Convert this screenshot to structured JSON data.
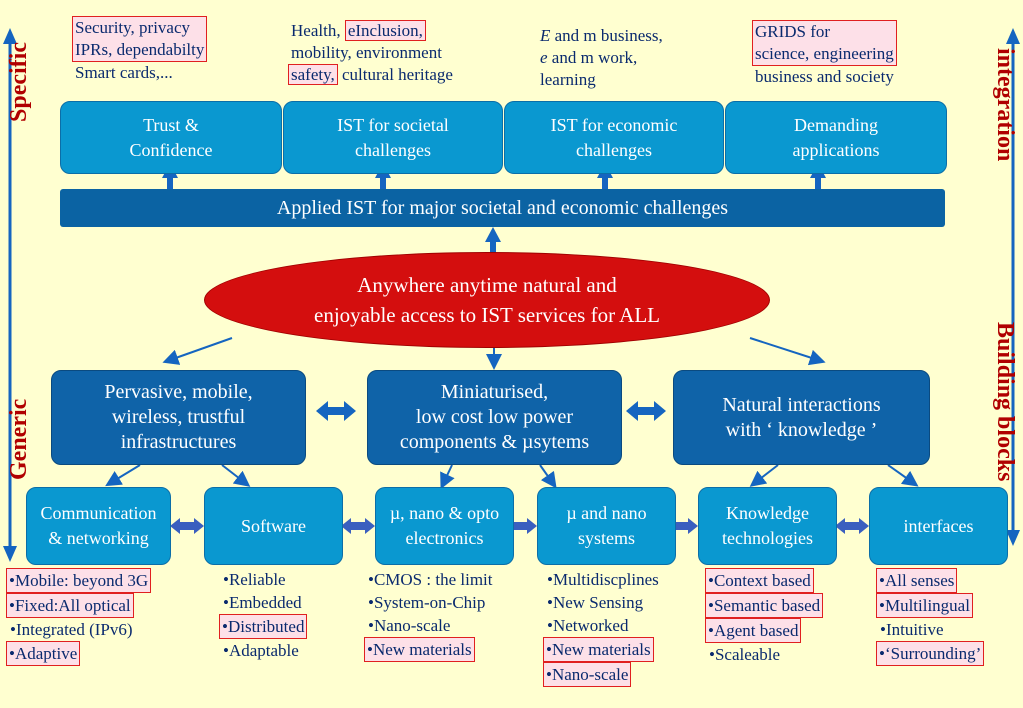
{
  "top_notes": {
    "security": [
      "Security, privacy",
      "IPRs, dependabilty",
      "Smart cards,..."
    ],
    "health": {
      "line1_a": "Health, ",
      "line1_b": "eInclusion,",
      "line2": "mobility, environment",
      "line3_a": "safety,",
      "line3_b": " cultural heritage"
    },
    "business": {
      "line1_i": "E",
      "line1": " and m business,",
      "line2_i": "e",
      "line2": " and m work,",
      "line3": "learning"
    },
    "grids": [
      "GRIDS for",
      "science, engineering",
      "business and society"
    ]
  },
  "top_boxes": [
    "Trust &\nConfidence",
    "IST for societal\nchallenges",
    "IST for economic\nchallenges",
    "Demanding\napplications"
  ],
  "applied_bar": "Applied IST for major societal and economic challenges",
  "ellipse": "Anywhere anytime natural and\nenjoyable access to IST services for ALL",
  "mid_boxes": [
    "Pervasive, mobile,\nwireless, trustful\ninfrastructures",
    "Miniaturised,\nlow cost low power\ncomponents & µsytems",
    "Natural interactions\nwith ‘ knowledge ’"
  ],
  "bottom_boxes": [
    "Communication\n& networking",
    "Software",
    "µ, nano & opto\nelectronics",
    "µ and nano\nsystems",
    "Knowledge\ntechnologies",
    "interfaces"
  ],
  "lists": [
    [
      {
        "t": "•Mobile: beyond 3G",
        "h": true
      },
      {
        "t": "•Fixed:All optical",
        "h": true
      },
      {
        "t": "•Integrated (IPv6)",
        "h": false
      },
      {
        "t": "•Adaptive",
        "h": true
      }
    ],
    [
      {
        "t": "•Reliable",
        "h": false
      },
      {
        "t": "•Embedded",
        "h": false
      },
      {
        "t": "•Distributed",
        "h": true
      },
      {
        "t": "•Adaptable",
        "h": false
      }
    ],
    [
      {
        "t": "•CMOS : the limit",
        "h": false
      },
      {
        "t": "•System-on-Chip",
        "h": false
      },
      {
        "t": "•Nano-scale",
        "h": false
      },
      {
        "t": "•New materials",
        "h": true
      }
    ],
    [
      {
        "t": "•Multidiscplines",
        "h": false
      },
      {
        "t": "•New Sensing",
        "h": false
      },
      {
        "t": "•Networked",
        "h": false
      },
      {
        "t": "•New materials",
        "h": true
      },
      {
        "t": "•Nano-scale",
        "h": true
      }
    ],
    [
      {
        "t": "•Context based",
        "h": true
      },
      {
        "t": "•Semantic based",
        "h": true
      },
      {
        "t": "•Agent based",
        "h": true
      },
      {
        "t": "•Scaleable",
        "h": false
      }
    ],
    [
      {
        "t": "•All senses",
        "h": true
      },
      {
        "t": "•Multilingual",
        "h": true
      },
      {
        "t": "•Intuitive",
        "h": false
      },
      {
        "t": "•‘Surrounding’",
        "h": true
      }
    ]
  ],
  "side_labels": {
    "specific": "Specific",
    "generic": "Generic",
    "integration": "integration",
    "building_blocks": "Building blocks"
  },
  "colors": {
    "background": "#ffffd0",
    "box_light": "#0a98d0",
    "box_dark": "#0f63a8",
    "ellipse": "#d40e0e",
    "label": "#b00000",
    "arrow": "#1565c0"
  }
}
